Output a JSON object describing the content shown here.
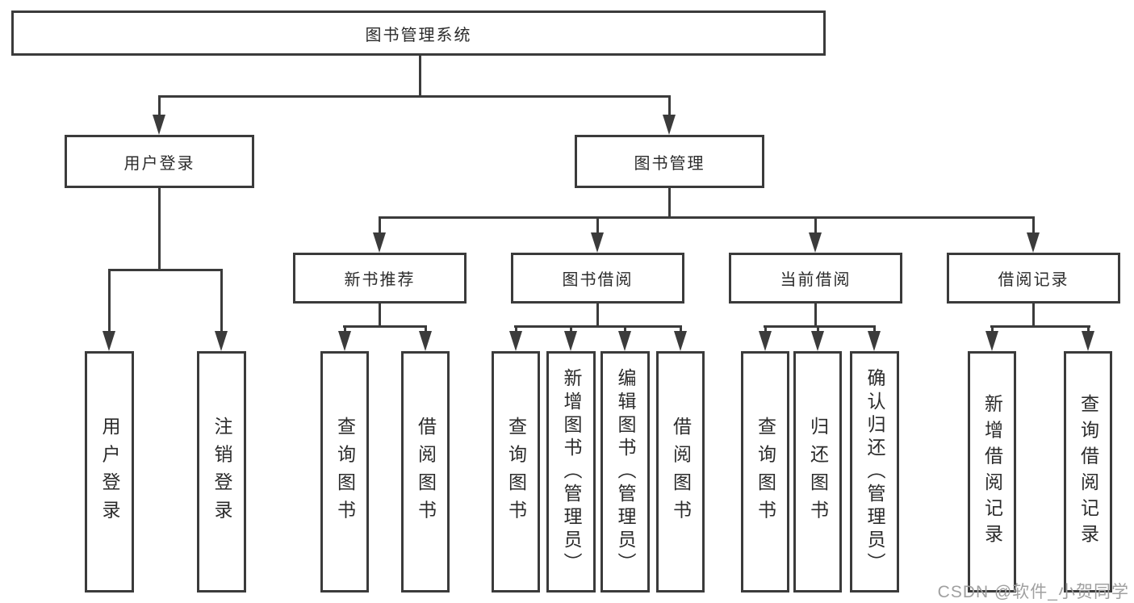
{
  "watermark": "CSDN @软件_小贺同学",
  "colors": {
    "line": "#3b3b3b",
    "box_background": "#ffffff",
    "text": "#2b2b2b",
    "watermark": "#a0a0a0"
  },
  "tree": {
    "root": {
      "label": "图书管理系统"
    },
    "branches": [
      {
        "label": "用户登录",
        "leaves": [
          "用户登录",
          "注销登录"
        ]
      },
      {
        "label": "图书管理",
        "groups": [
          {
            "label": "新书推荐",
            "leaves": [
              "查询图书",
              "借阅图书"
            ]
          },
          {
            "label": "图书借阅",
            "leaves": [
              "查询图书",
              "新增图书（管理员）",
              "编辑图书（管理员）",
              "借阅图书"
            ]
          },
          {
            "label": "当前借阅",
            "leaves": [
              "查询图书",
              "归还图书",
              "确认归还（管理员）"
            ]
          },
          {
            "label": "借阅记录",
            "leaves": [
              "新增借阅记录",
              "查询借阅记录"
            ]
          }
        ]
      }
    ]
  }
}
